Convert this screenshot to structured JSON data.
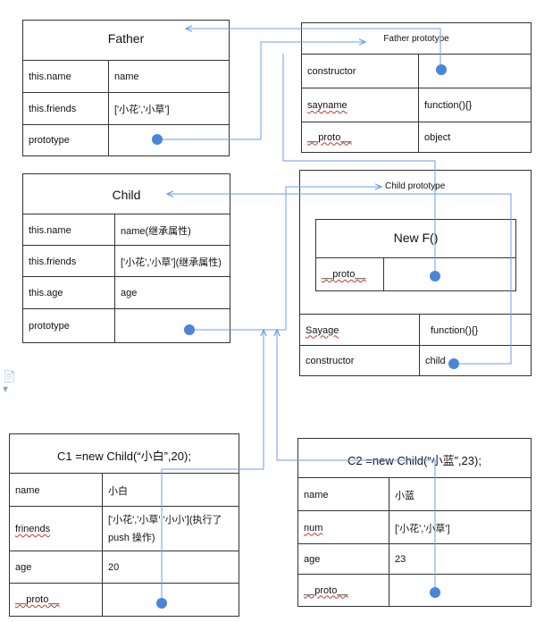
{
  "father": {
    "title": "Father",
    "rows": [
      {
        "key": "this.name",
        "value": "name"
      },
      {
        "key": "this.friends",
        "value": "['小花','小草']"
      },
      {
        "key": "prototype",
        "value": ""
      }
    ]
  },
  "father_proto": {
    "title": "Father prototype",
    "rows": [
      {
        "key": "constructor",
        "value": ""
      },
      {
        "key": "sayname",
        "value": "function(){}"
      },
      {
        "key": "__proto__",
        "value": "object"
      }
    ]
  },
  "child": {
    "title": "Child",
    "rows": [
      {
        "key": "this.name",
        "value": "name(继承属性)"
      },
      {
        "key": "this.friends",
        "value": "['小花','小草'](继承属性)"
      },
      {
        "key": "this.age",
        "value": "age"
      },
      {
        "key": "prototype",
        "value": ""
      }
    ]
  },
  "child_proto": {
    "title": "Child prototype",
    "inner_title": "New F()",
    "inner_key": "__proto__",
    "rows": [
      {
        "key": "Sayage",
        "value": "function(){}"
      },
      {
        "key": "constructor",
        "value": "child"
      }
    ]
  },
  "c1": {
    "title": "C1 =new Child(“小白”,20);",
    "rows": [
      {
        "key": "name",
        "value": "小白"
      },
      {
        "key": "frinends",
        "value": "['小花','小草','小小'](执行了push 操作)"
      },
      {
        "key": "age",
        "value": "20"
      },
      {
        "key": "__proto__",
        "value": ""
      }
    ]
  },
  "c2": {
    "title": "C2 =new Child(“小蓝”,23);",
    "rows": [
      {
        "key": "name",
        "value": "小蓝"
      },
      {
        "key": "num",
        "value": "['小花','小草']"
      },
      {
        "key": "age",
        "value": "23"
      },
      {
        "key": "__proto__",
        "value": ""
      }
    ]
  },
  "colors": {
    "arrow": "#6d9eeb",
    "dot": "#4a86d8",
    "border": "#333333"
  },
  "icons": {
    "doc": "document-icon"
  }
}
